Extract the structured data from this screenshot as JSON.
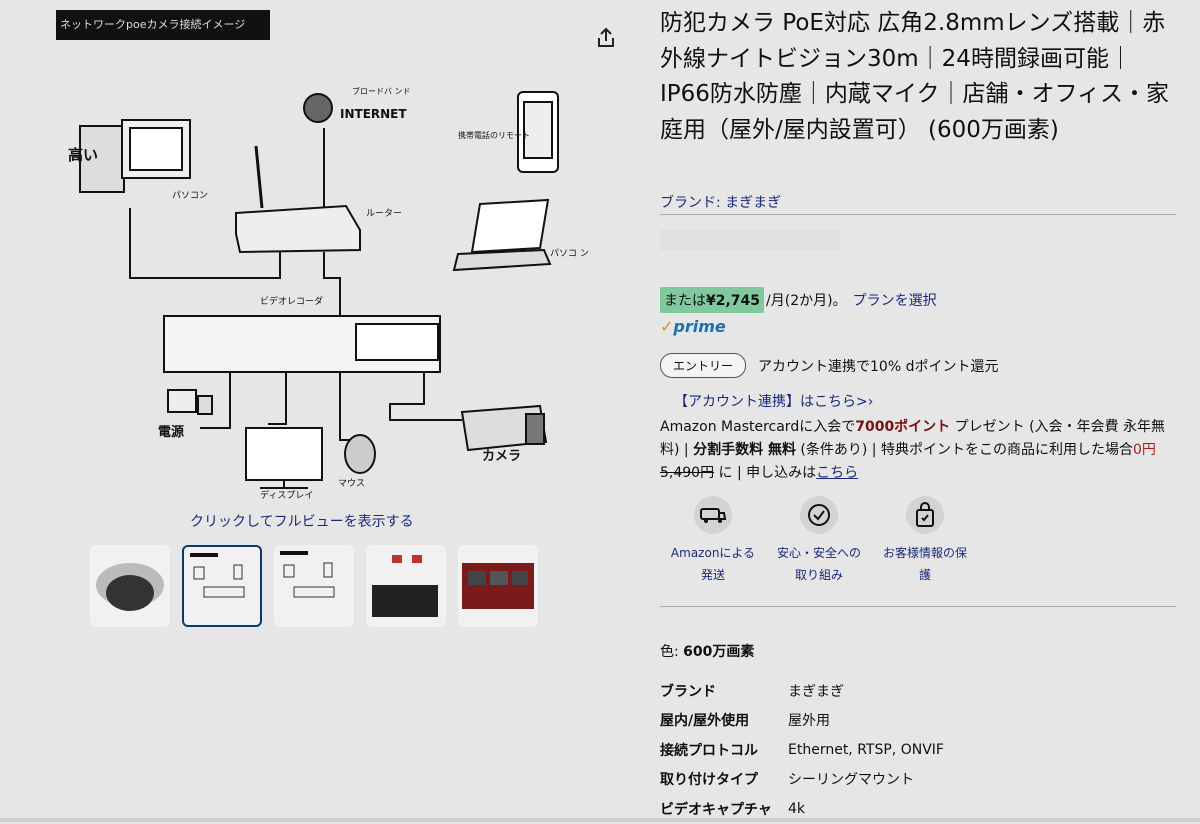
{
  "image": {
    "caption": "ネットワークpoeカメラ接続イメージ",
    "labels": {
      "broadband": "ブロードバ ンド",
      "internet": "INTERNET",
      "phone": "携帯電話のリモート",
      "high": "高い",
      "pc": "パソコン",
      "router": "ルーター",
      "pc2": "パソコ ン",
      "recorder": "ビデオレコーダ",
      "power": "電源",
      "camera": "カメラ",
      "mouse": "マウス",
      "display": "ディスプレイ"
    },
    "fullview_text": "クリックしてフルビューを表示する"
  },
  "thumbnails": [
    {
      "name": "dome-camera"
    },
    {
      "name": "network-diagram",
      "active": true
    },
    {
      "name": "network-diagram-2"
    },
    {
      "name": "app-screens"
    },
    {
      "name": "monitor-grid"
    }
  ],
  "product": {
    "title": "防犯カメラ PoE対応 広角2.8mmレンズ搭載｜赤外線ナイトビジョン30m｜24時間録画可能｜IP66防水防塵｜内蔵マイク｜店舗・オフィス・家庭用（屋外/屋内設置可） (600万画素)",
    "brand_link": "ブランド: まぎまぎ"
  },
  "pricing": {
    "or_prefix": "または",
    "installment": "¥2,745",
    "suffix": "/月(2か月)。",
    "plan_link": "プランを選択",
    "prime": "prime"
  },
  "entry": {
    "button": "エントリー",
    "text": "アカウント連携で10% dポイント還元"
  },
  "account_link": "【アカウント連携】はこちら>›",
  "mastercard": {
    "t1": "Amazon Mastercardに入会で",
    "points": "7000ポイント",
    "t2": " プレゼント (入会・年会費 永年無料) | ",
    "bunkatsu": "分割手数料 無料",
    "t3": " (条件あり) | 特典ポイントをこの商品に利用した場合",
    "zero": "0円",
    "sp": " ",
    "orig": "5,490円",
    "t4": " に | 申し込みは",
    "link": "こちら"
  },
  "features": [
    {
      "icon": "truck-icon",
      "line1": "Amazonによる",
      "line2": "発送"
    },
    {
      "icon": "badge-icon",
      "line1": "安心・安全への",
      "line2": "取り組み"
    },
    {
      "icon": "lock-bag-icon",
      "line1": "お客様情報の保",
      "line2": "護"
    }
  ],
  "color": {
    "label": "色: ",
    "value": "600万画素"
  },
  "specs": [
    {
      "k": "ブランド",
      "v": "まぎまぎ"
    },
    {
      "k": "屋内/屋外使用",
      "v": "屋外用"
    },
    {
      "k": "接続プロトコル",
      "v": "Ethernet, RTSP, ONVIF"
    },
    {
      "k": "取り付けタイプ",
      "v": "シーリングマウント"
    },
    {
      "k": "ビデオキャプチャ",
      "v": "4k"
    }
  ]
}
